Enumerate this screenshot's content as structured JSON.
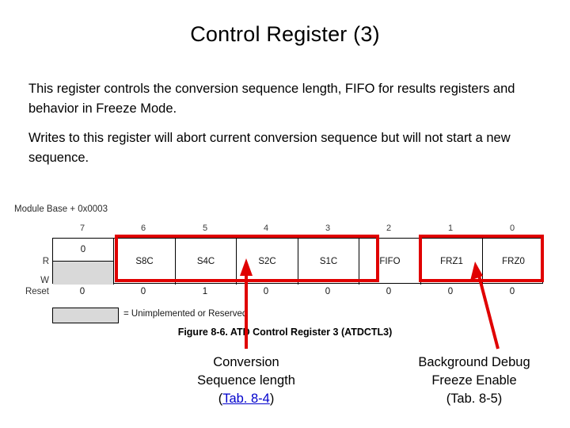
{
  "slide": {
    "title": "Control Register (3)",
    "paragraphs": [
      "This register controls the conversion sequence length, FIFO for results registers and behavior in Freeze Mode.",
      "Writes to this register will abort current conversion sequence but will not start a new sequence."
    ]
  },
  "figure": {
    "module_base": "Module Base + 0x0003",
    "row_labels": {
      "read": "R",
      "write": "W",
      "reset": "Reset"
    },
    "bit_numbers": [
      "7",
      "6",
      "5",
      "4",
      "3",
      "2",
      "1",
      "0"
    ],
    "read_cells": [
      "0",
      "S8C",
      "S4C",
      "S2C",
      "S1C",
      "FIFO",
      "FRZ1",
      "FRZ0"
    ],
    "write_cells": [
      "",
      "S8C",
      "S4C",
      "S2C",
      "S1C",
      "FIFO",
      "FRZ1",
      "FRZ0"
    ],
    "reset_values": [
      "0",
      "0",
      "1",
      "0",
      "0",
      "0",
      "0",
      "0"
    ],
    "legend": "= Unimplemented or Reserved",
    "caption": "Figure 8-6. ATD Control Register 3 (ATDCTL3)",
    "highlight_color": "#e00000"
  },
  "annotations": {
    "left": {
      "line1": "Conversion",
      "line2": "Sequence length",
      "link_open": "(",
      "link_text": "Tab. 8-4",
      "link_close": ")"
    },
    "right": {
      "line1": "Background Debug",
      "line2": "Freeze Enable",
      "line3": "(Tab. 8-5)"
    }
  }
}
